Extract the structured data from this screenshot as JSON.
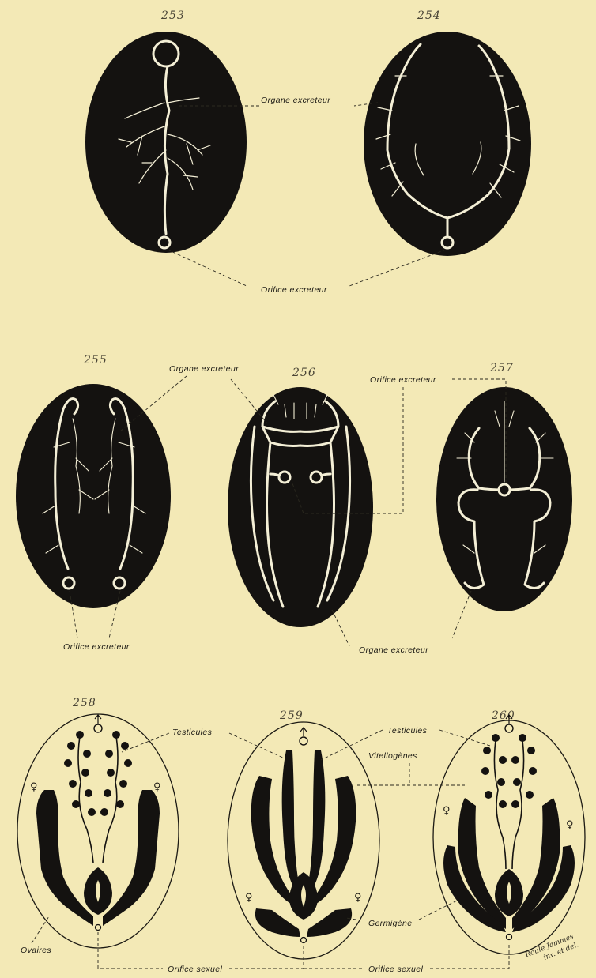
{
  "figure_numbers": {
    "f253": "253",
    "f254": "254",
    "f255": "255",
    "f256": "256",
    "f257": "257",
    "f258": "258",
    "f259": "259",
    "f260": "260"
  },
  "labels": {
    "organe_excreteur_top": "Organe excreteur",
    "orifice_excreteur_top": "Orifice excreteur",
    "organe_excreteur_mid": "Organe excreteur",
    "orifice_excreteur_mid": "Orifice excreteur",
    "orifice_excreteur_left": "Orifice excreteur",
    "organe_excreteur_bottom": "Organe excreteur",
    "testicules_left": "Testicules",
    "testicules_right": "Testicules",
    "vitellogenes": "Vitellogènes",
    "germigene": "Germigène",
    "ovaires": "Ovaires",
    "orifice_sexuel_left": "Orifice sexuel",
    "orifice_sexuel_right": "Orifice sexuel"
  },
  "symbols": {
    "male": "♂",
    "female": "♀"
  },
  "signature": {
    "line1": "Roule Jammes",
    "line2": "inv. et del."
  },
  "colors": {
    "paper": "#f3e9b6",
    "ink": "#141210",
    "canal": "#f4efd6"
  }
}
